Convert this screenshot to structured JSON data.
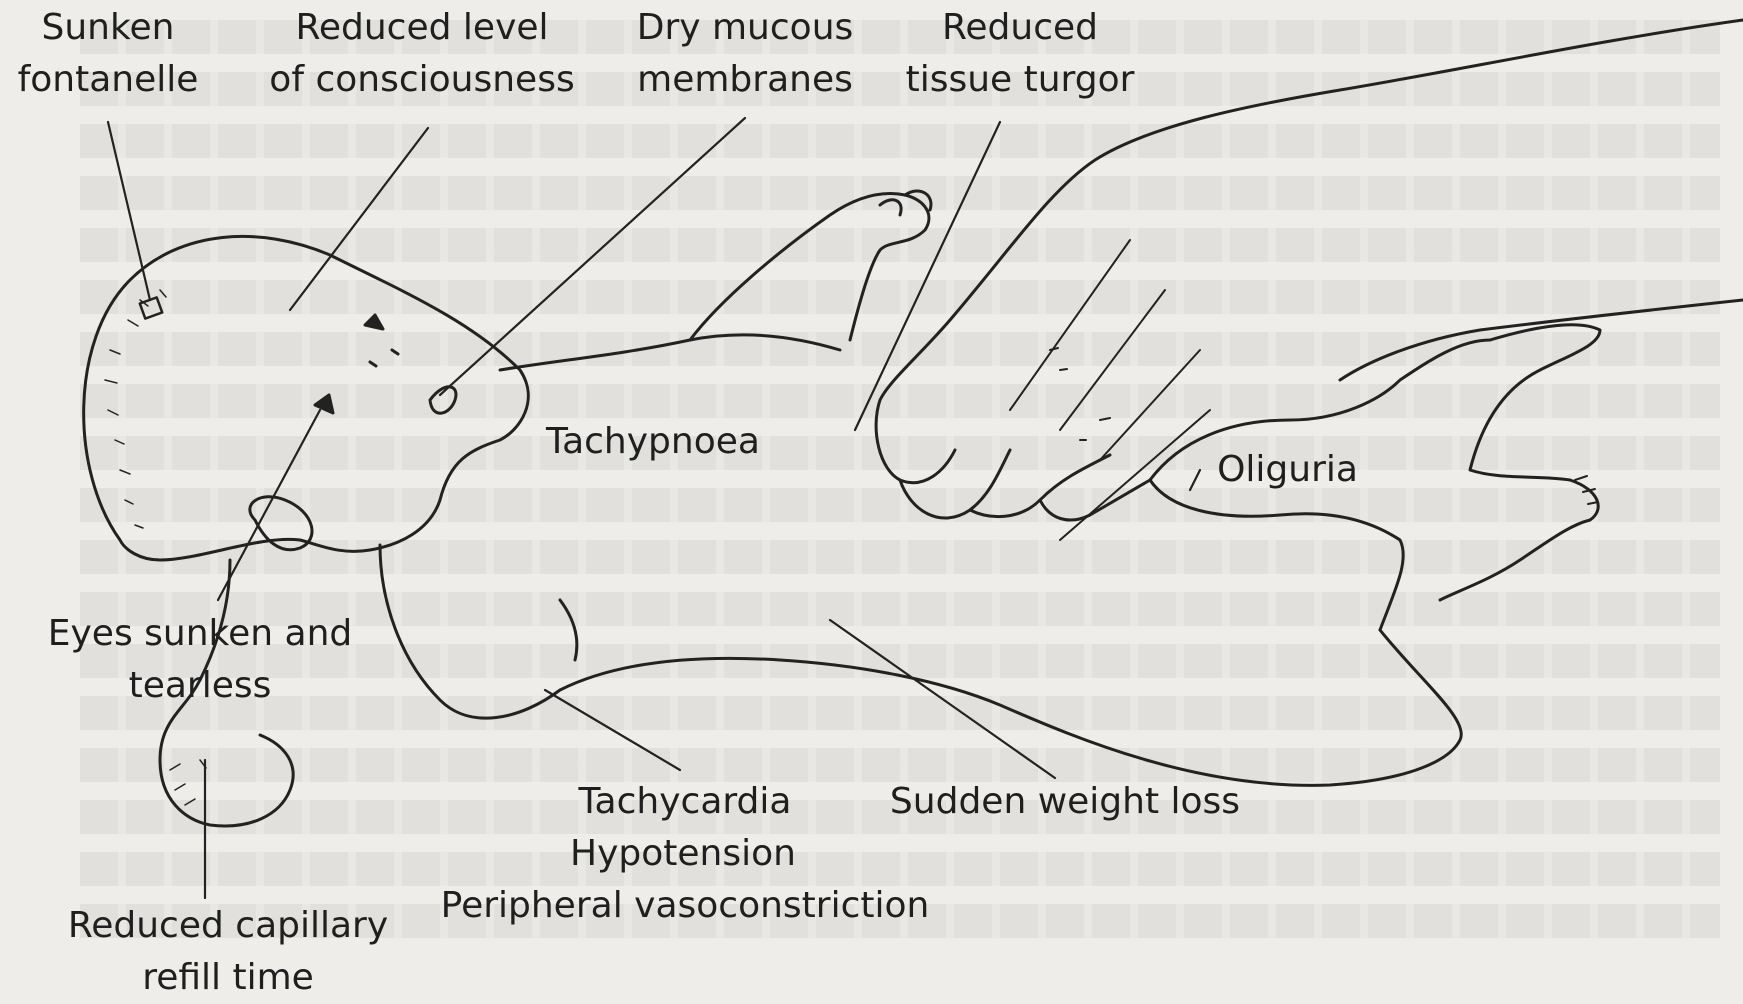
{
  "labels": {
    "sunken_fontanelle": [
      "Sunken",
      "fontanelle"
    ],
    "reduced_consciousness": [
      "Reduced level",
      "of consciousness"
    ],
    "dry_mucous": [
      "Dry mucous",
      "membranes"
    ],
    "tissue_turgor": [
      "Reduced",
      "tissue turgor"
    ],
    "tachypnoea": "Tachypnoea",
    "oliguria": "Oliguria",
    "eyes_sunken": [
      "Eyes sunken and",
      "tearless"
    ],
    "tachycardia": "Tachycardia",
    "hypotension": "Hypotension",
    "vasoconstriction": "Peripheral vasoconstriction",
    "weight_loss": "Sudden weight loss",
    "capillary_refill": [
      "Reduced capillary",
      "refill time"
    ]
  }
}
